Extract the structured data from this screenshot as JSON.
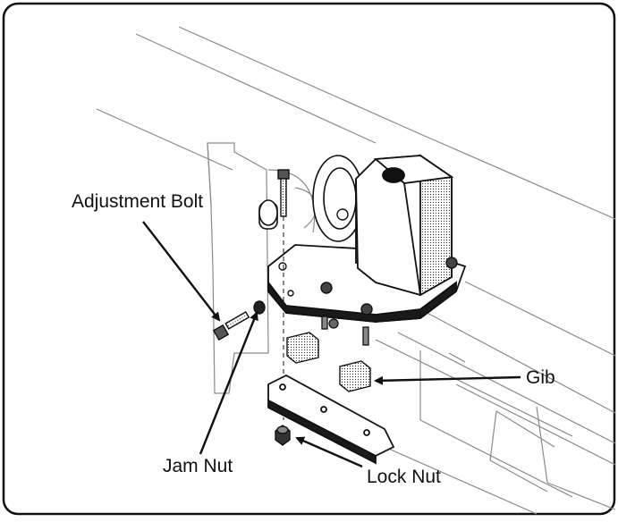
{
  "labels": {
    "adjustment_bolt": "Adjustment Bolt",
    "jam_nut": "Jam Nut",
    "lock_nut": "Lock Nut",
    "gib": "Gib"
  }
}
